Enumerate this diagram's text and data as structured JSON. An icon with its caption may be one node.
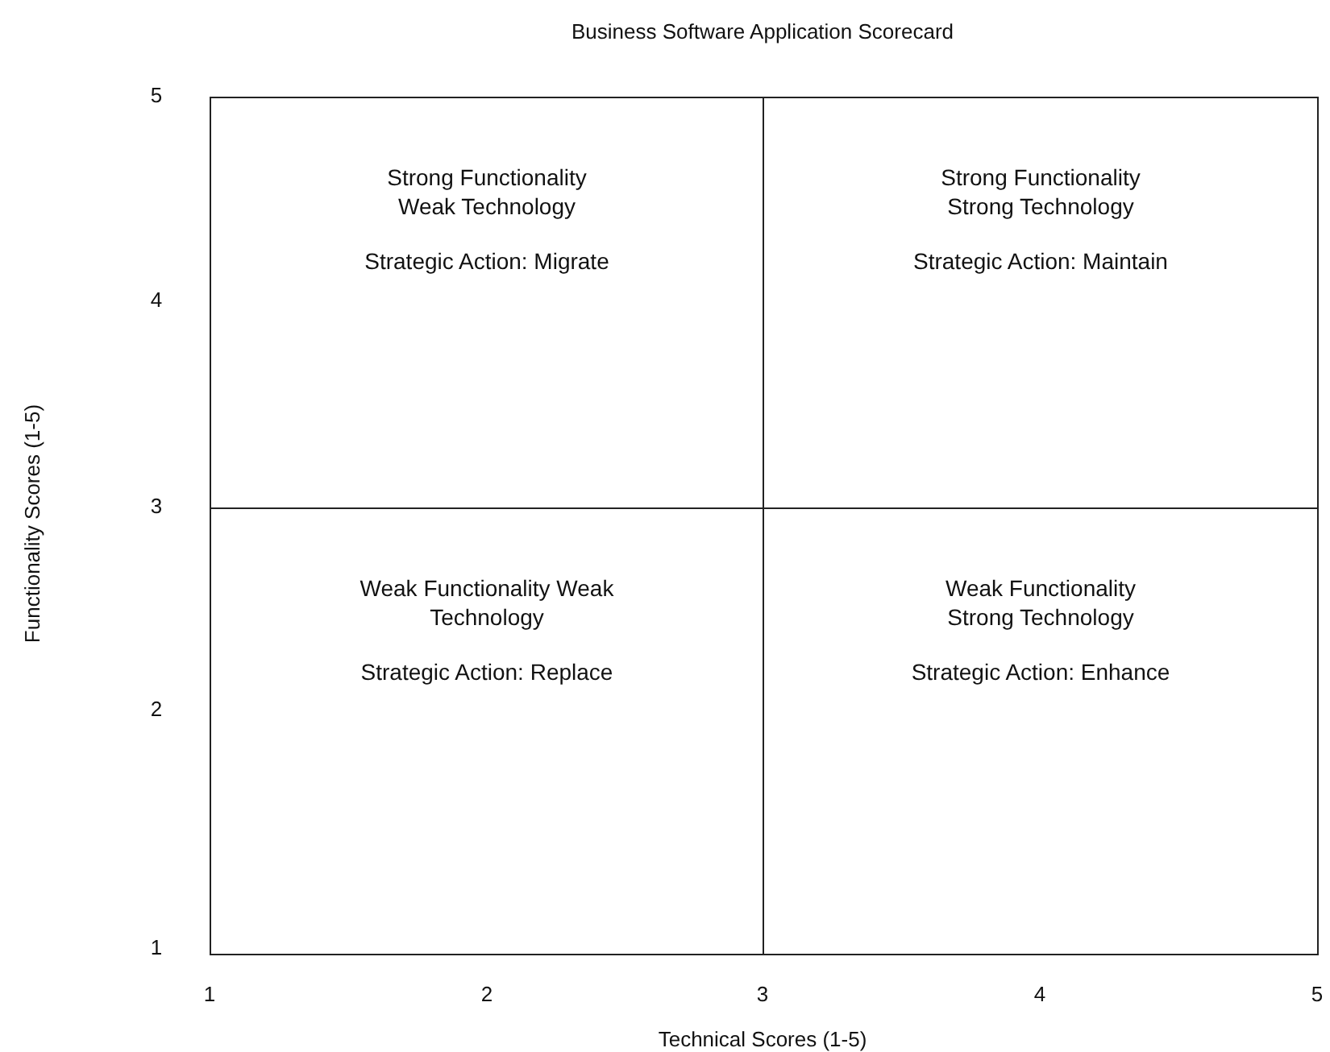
{
  "diagram": {
    "title": "Business Software Application Scorecard",
    "nodes": [
      {
        "text": [
          "Strong Functionality Weak Technology",
          "Strategic Action: Migrate"
        ]
      },
      {
        "text": [
          "Strong Functionality Strong Technology",
          "Strategic Action: Maintain"
        ]
      },
      {
        "text": [
          "Weak Functionality Weak Technology",
          "Strategic Action: Replace"
        ]
      },
      {
        "text": [
          "Weak Functionality Strong Technology",
          "Strategic Action: Enhance"
        ]
      }
    ],
    "labels": [
      "5",
      "4",
      "Functionality Scores (1-5)",
      "3",
      "2",
      "1",
      "1",
      "2",
      "3",
      "4",
      "5",
      "Technical Scores (1-5)"
    ]
  }
}
